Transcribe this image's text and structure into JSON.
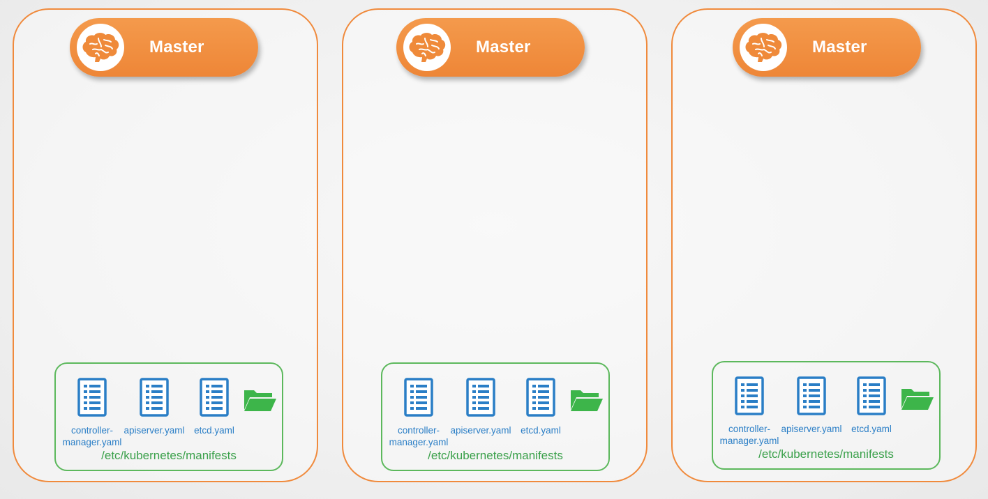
{
  "nodes": [
    {
      "title": "Master",
      "files": [
        {
          "label_line1": "controller-",
          "label_line2": "manager.yaml"
        },
        {
          "label_line1": "apiserver.yaml",
          "label_line2": ""
        },
        {
          "label_line1": "etcd.yaml",
          "label_line2": ""
        }
      ],
      "path": "/etc/kubernetes/manifests"
    },
    {
      "title": "Master",
      "files": [
        {
          "label_line1": "controller-",
          "label_line2": "manager.yaml"
        },
        {
          "label_line1": "apiserver.yaml",
          "label_line2": ""
        },
        {
          "label_line1": "etcd.yaml",
          "label_line2": ""
        }
      ],
      "path": "/etc/kubernetes/manifests"
    },
    {
      "title": "Master",
      "files": [
        {
          "label_line1": "controller-",
          "label_line2": "manager.yaml"
        },
        {
          "label_line1": "apiserver.yaml",
          "label_line2": ""
        },
        {
          "label_line1": "etcd.yaml",
          "label_line2": ""
        }
      ],
      "path": "/etc/kubernetes/manifests"
    }
  ],
  "icons": {
    "node_icon": "brain-icon",
    "file_icon": "document-list-icon",
    "folder_icon": "folder-open-icon"
  },
  "colors": {
    "node_border": "#f08a3c",
    "master_pill": "#ef8a3a",
    "manifest_border": "#5cb85c",
    "file_label": "#2a7ec6",
    "path_label": "#3aa04a",
    "folder": "#3db54a"
  }
}
